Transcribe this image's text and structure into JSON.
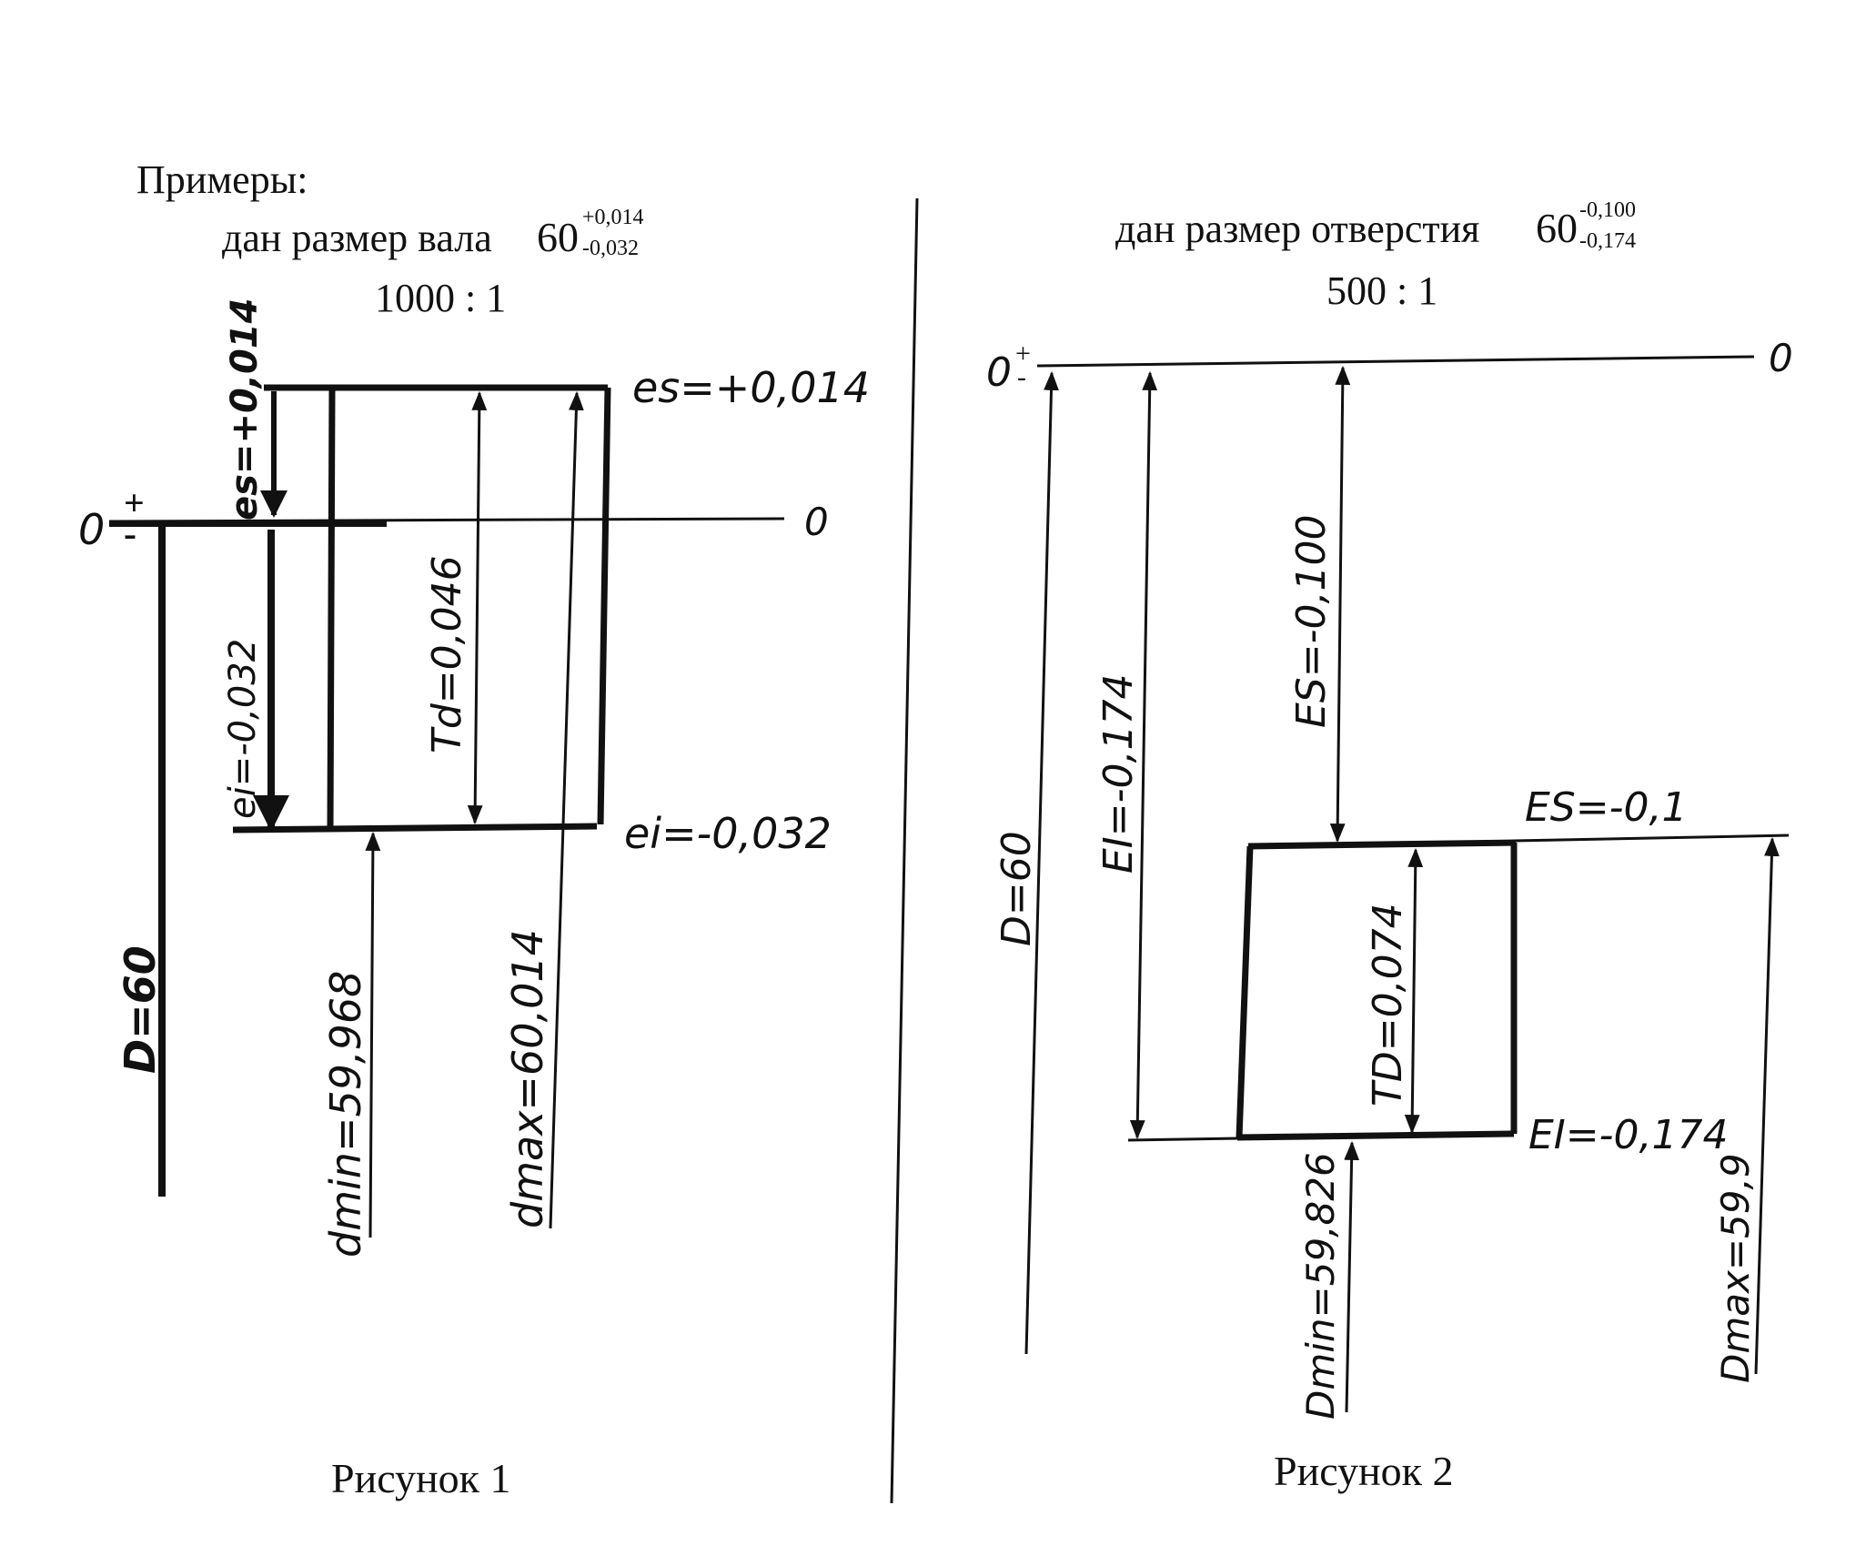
{
  "header": {
    "examples_label": "Примеры:"
  },
  "figure1": {
    "title_prefix": "дан размер вала",
    "nominal": "60",
    "upper_dev": "+0,014",
    "lower_dev": "-0,032",
    "scale": "1000 : 1",
    "zero_left": "0",
    "plus_sign": "+",
    "minus_sign": "-",
    "zero_right": "0",
    "es_left": "es=+0,014",
    "es_right": "es=+0,014",
    "ei_left": "ei=-0,032",
    "ei_right": "ei=-0,032",
    "td": "Td=0,046",
    "d_nominal": "D=60",
    "dmin": "dmin=59,968",
    "dmax": "dmax=60,014",
    "caption": "Рисунок 1"
  },
  "figure2": {
    "title_prefix": "дан размер отверстия",
    "nominal": "60",
    "upper_dev": "-0,100",
    "lower_dev": "-0,174",
    "scale": "500 : 1",
    "zero_left": "0",
    "plus_sign": "+",
    "minus_sign": "-",
    "zero_right": "0",
    "ES_vertical": "ES=-0,100",
    "ES_right": "ES=-0,1",
    "EI_vertical": "EI=-0,174",
    "EI_right": "EI=-0,174",
    "TD": "TD=0,074",
    "D_nominal": "D=60",
    "Dmin": "Dmin=59,826",
    "Dmax": "Dmax=59,9",
    "caption": "Рисунок 2"
  },
  "colors": {
    "ink": "#111111",
    "paper": "#ffffff"
  }
}
